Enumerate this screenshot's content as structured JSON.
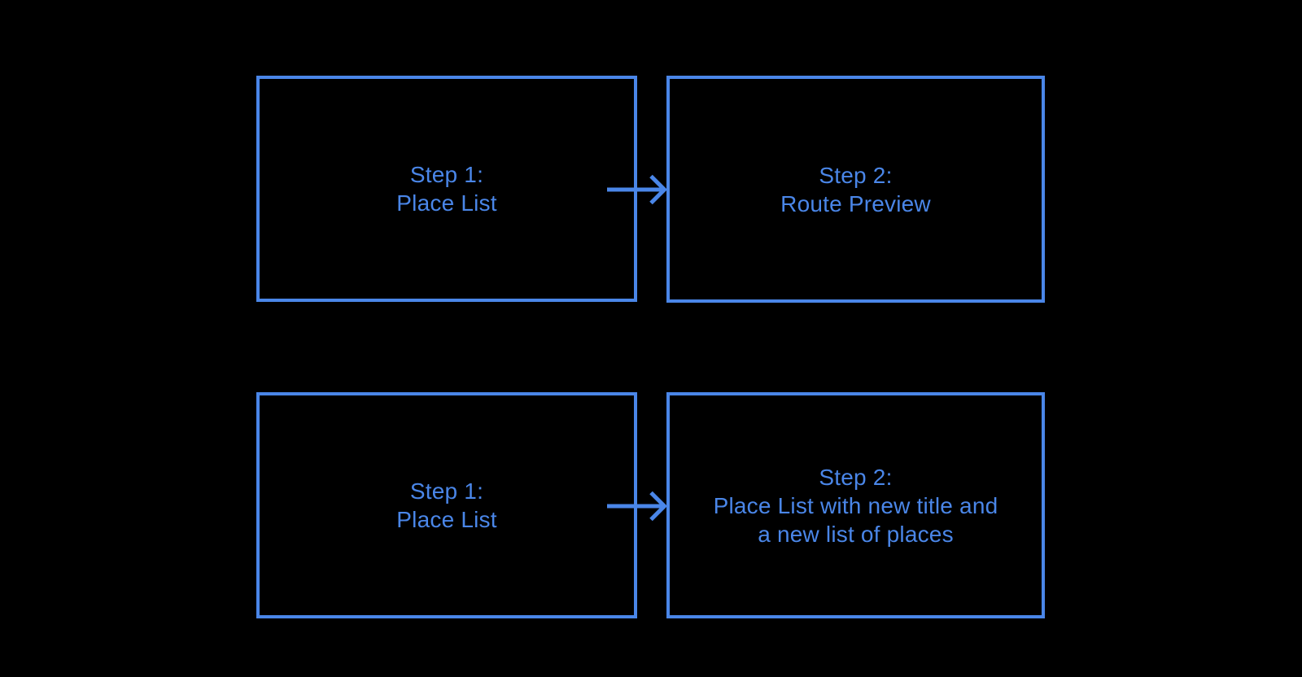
{
  "colors": {
    "background": "#000000",
    "accent": "#4a86e8"
  },
  "diagram": {
    "boxes": [
      {
        "id": "step1-top",
        "text": "Step 1:\nPlace List"
      },
      {
        "id": "step2-top",
        "text": "Step 2:\nRoute Preview"
      },
      {
        "id": "step1-bottom",
        "text": "Step 1:\nPlace List"
      },
      {
        "id": "step2-bottom",
        "text": "Step 2:\nPlace List with new title and\na new list of places"
      }
    ],
    "edges": [
      {
        "id": "arrow-top",
        "from": "step1-top",
        "to": "step2-top",
        "direction": "right"
      },
      {
        "id": "arrow-bottom",
        "from": "step1-bottom",
        "to": "step2-bottom",
        "direction": "right"
      }
    ]
  }
}
